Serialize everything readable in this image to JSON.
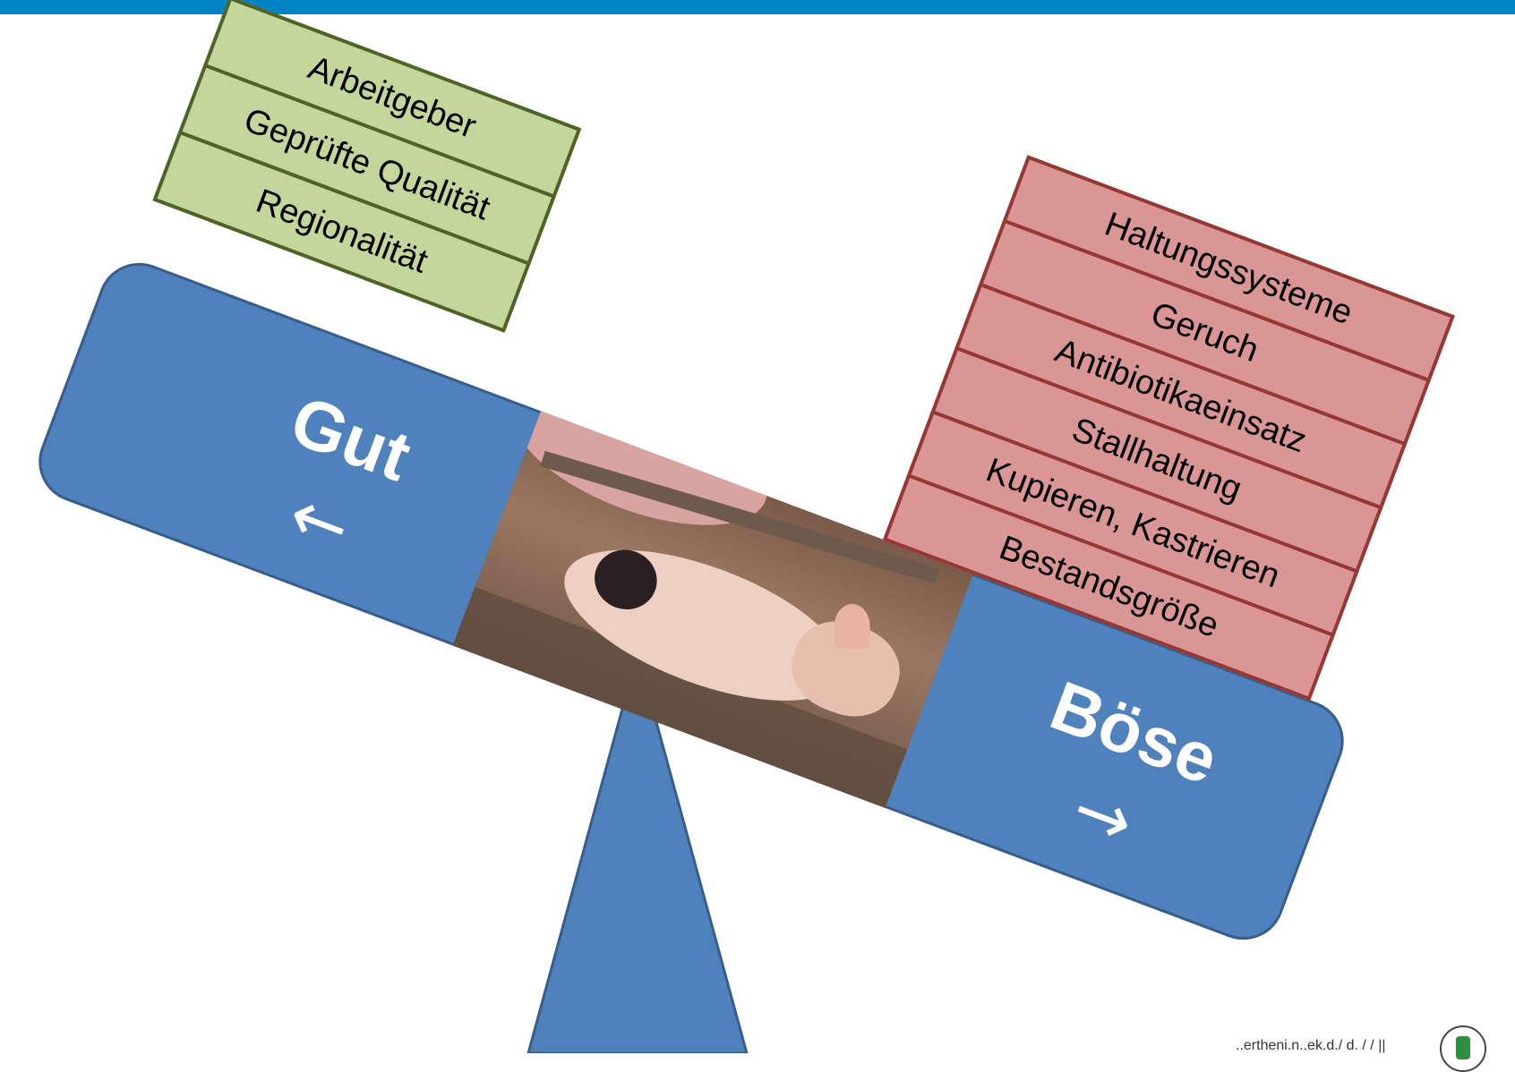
{
  "header": {
    "bar_color": "#0083c3"
  },
  "scale": {
    "beam_color": "#4f81bd",
    "fulcrum_color": "#4f81bd",
    "tilt": "right side down",
    "left": {
      "label": "Gut",
      "arrow": "←"
    },
    "right": {
      "label": "Böse",
      "arrow": "→"
    },
    "photo": {
      "description_icon": "piglet-photo"
    }
  },
  "good_factors": {
    "color": "#c3d69b",
    "items": [
      "Arbeitgeber",
      "Geprüfte Qualität",
      "Regionalität"
    ]
  },
  "bad_factors": {
    "color": "#d99694",
    "items": [
      "Haltungssysteme",
      "Geruch",
      "Antibiotikaeinsatz",
      "Stallhaltung",
      "Kupieren, Kastrieren",
      "Bestandsgröße"
    ]
  },
  "footer": {
    "url_text": "..ertheni.n..ek.d./ d. / / ||",
    "logo_icon": "institution-logo-icon"
  }
}
